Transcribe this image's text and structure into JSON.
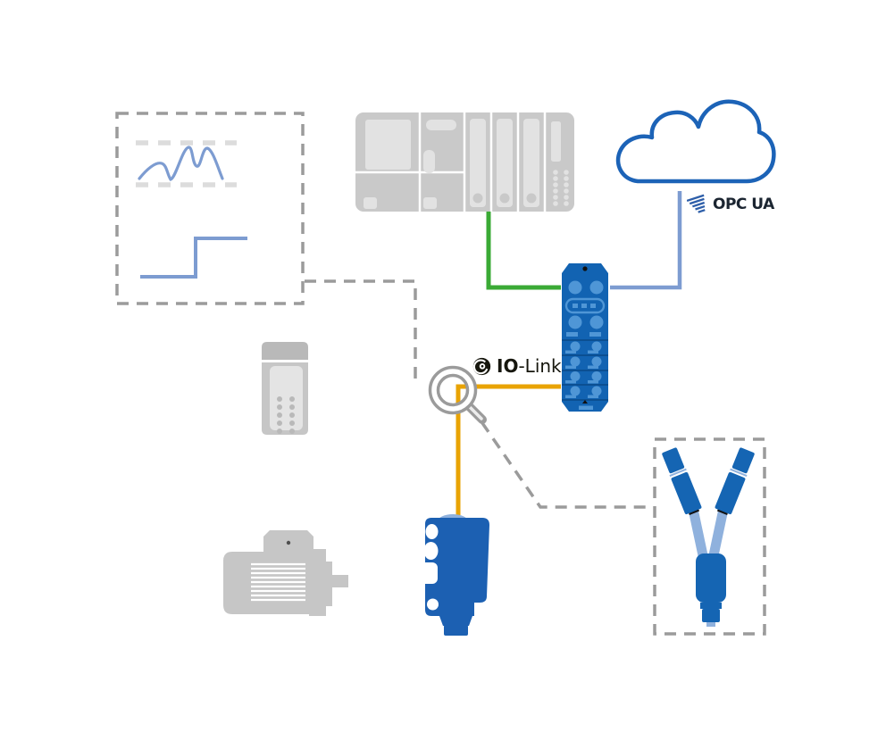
{
  "labels": {
    "opc_ua": "OPC UA",
    "io_link_bold": "IO",
    "io_link_rest": "-Link"
  },
  "nodes": {
    "plc": "plc-controller-icon",
    "cloud": "cloud-icon",
    "io_link_master": "io-link-master-icon",
    "sensor": "photoelectric-sensor-icon",
    "motor": "electric-motor-icon",
    "drive": "frequency-converter-icon",
    "y_splitter": "y-splitter-cable-icon",
    "signal_box": "signal-charts-box",
    "analog_chart": "analog-signal-with-limits-chart",
    "step_chart": "switching-signal-step-chart",
    "magnifier": "magnifier-icon"
  },
  "colors": {
    "device_blue": "#1263b2",
    "port_blue": "#4f96d6",
    "light_blue": "#8fb1dd",
    "line_blue": "#7d9cd1",
    "cloud_blue": "#1c63b7",
    "green": "#3aaa35",
    "orange": "#e9a303",
    "device_gray": "#c6c6c6",
    "inner_gray": "#e2e2e2",
    "dash_gray": "#9b9b9b",
    "limit_dash_gray": "#dcdcdc"
  }
}
